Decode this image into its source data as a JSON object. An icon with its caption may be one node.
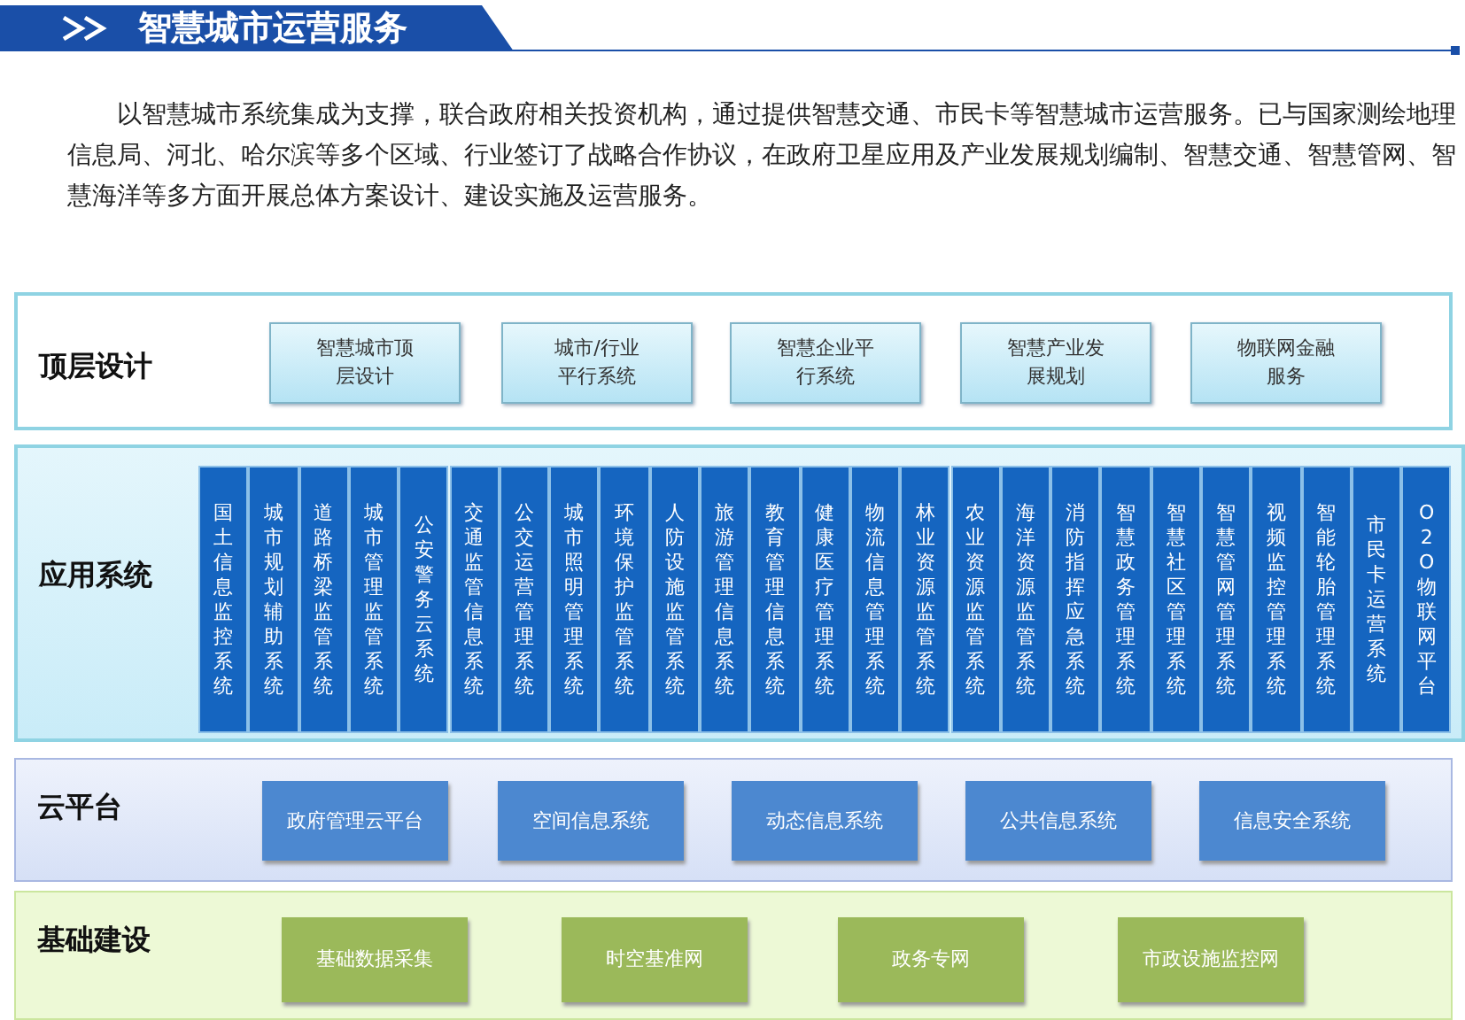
{
  "diagram": {
    "title": "智慧城市运营服务",
    "nodes": [
      {
        "text": [
          "顶层设计"
        ]
      },
      {
        "text": [
          "智慧城市顶层设计"
        ],
        "in": 0
      },
      {
        "text": [
          "城市/行业平行系统"
        ],
        "in": 0
      },
      {
        "text": [
          "智慧企业平行系统"
        ],
        "in": 0
      },
      {
        "text": [
          "智慧产业发展规划"
        ],
        "in": 0
      },
      {
        "text": [
          "物联网金融服务"
        ],
        "in": 0
      },
      {
        "text": [
          "应用系统"
        ]
      },
      {
        "text": [
          "国土信息监控系统"
        ],
        "in": 6
      },
      {
        "text": [
          "城市规划辅助系统"
        ],
        "in": 6
      },
      {
        "text": [
          "道路桥梁监管系统"
        ],
        "in": 6
      },
      {
        "text": [
          "城市管理监管系统"
        ],
        "in": 6
      },
      {
        "text": [
          "公安警务云系统"
        ],
        "in": 6
      },
      {
        "text": [
          "交通监管信息系统"
        ],
        "in": 6
      },
      {
        "text": [
          "公交运营管理系统"
        ],
        "in": 6
      },
      {
        "text": [
          "城市照明管理系统"
        ],
        "in": 6
      },
      {
        "text": [
          "环境保护监管系统"
        ],
        "in": 6
      },
      {
        "text": [
          "人防设施监管系统"
        ],
        "in": 6
      },
      {
        "text": [
          "旅游管理信息系统"
        ],
        "in": 6
      },
      {
        "text": [
          "教育管理信息系统"
        ],
        "in": 6
      },
      {
        "text": [
          "健康医疗管理系统"
        ],
        "in": 6
      },
      {
        "text": [
          "物流信息管理系统"
        ],
        "in": 6
      },
      {
        "text": [
          "林业资源监管系统"
        ],
        "in": 6
      },
      {
        "text": [
          "农业资源监管系统"
        ],
        "in": 6
      },
      {
        "text": [
          "海洋资源监管系统"
        ],
        "in": 6
      },
      {
        "text": [
          "消防指挥应急系统"
        ],
        "in": 6
      },
      {
        "text": [
          "智慧政务管理系统"
        ],
        "in": 6
      },
      {
        "text": [
          "智慧社区管理系统"
        ],
        "in": 6
      },
      {
        "text": [
          "智慧管网管理系统"
        ],
        "in": 6
      },
      {
        "text": [
          "视频监控管理系统"
        ],
        "in": 6
      },
      {
        "text": [
          "智能轮胎管理系统"
        ],
        "in": 6
      },
      {
        "text": [
          "市民卡运营系统"
        ],
        "in": 6
      },
      {
        "text": [
          "O2O物联网平台"
        ],
        "in": 6
      },
      {
        "text": [
          "云平台"
        ]
      },
      {
        "text": [
          "政府管理云平台"
        ],
        "in": 32
      },
      {
        "text": [
          "空间信息系统"
        ],
        "in": 32
      },
      {
        "text": [
          "动态信息系统"
        ],
        "in": 32
      },
      {
        "text": [
          "公共信息系统"
        ],
        "in": 32
      },
      {
        "text": [
          "信息安全系统"
        ],
        "in": 32
      },
      {
        "text": [
          "基础建设"
        ]
      },
      {
        "text": [
          "基础数据采集"
        ],
        "in": 38
      },
      {
        "text": [
          "时空基准网"
        ],
        "in": 38
      },
      {
        "text": [
          "政务专网"
        ],
        "in": 38
      },
      {
        "text": [
          "市政设施监控网"
        ],
        "in": 38
      }
    ],
    "edges": [],
    "labels": [
      "以智慧城市系统集成为支撑，联合政府相关投资机构，通过提供智慧交通、市民卡等智慧城市运营服务。已与国家测绘地理信息局、河北、哈尔滨等多个区域、行业签订了战略合作协议，在政府卫星应用及产业发展规划编制、智慧交通、智慧管网、智慧海洋等多方面开展总体方案设计、建设实施及运营服务。"
    ]
  }
}
